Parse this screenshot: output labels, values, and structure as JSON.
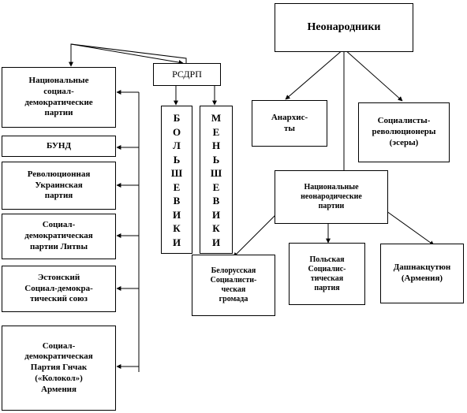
{
  "nodes": {
    "neonarodniki": "Неонародники",
    "rsdrp": "РСДРП",
    "bolsheviki": "Б\nО\nЛ\nЬ\nШ\nЕ\nВ\nИ\nК\nИ",
    "mensheviki": "М\nЕ\nН\nЬ\nШ\nЕ\nВ\nИ\nК\nИ",
    "national_sd": "Национальные\nсоциал-\nдемократические\nпартии",
    "bund": "БУНД",
    "rup": "Революционная\nУкраинская\nпартия",
    "lithuania": "Социал-\nдемократическая\nпартии Литвы",
    "estonia": "Эстонский\nСоциал-демокра-\nтический союз",
    "gnchak": "Социал-\nдемократическая\nПартия Гнчак\n(«Колокол»)\nАрмения",
    "anarchists": "Анархис-\nты",
    "esers": "Социалисты-\nреволюционеры\n(эсеры)",
    "national_neo": "Национальные\nнеонародические\nпартии",
    "belarus": "Белорусская\nСоциалисти-\nческая\nгромада",
    "polish": "Польская\nСоциалис-\nтическая\nпартия",
    "dashnak": "Дашнакцутюн\n(Армения)"
  }
}
